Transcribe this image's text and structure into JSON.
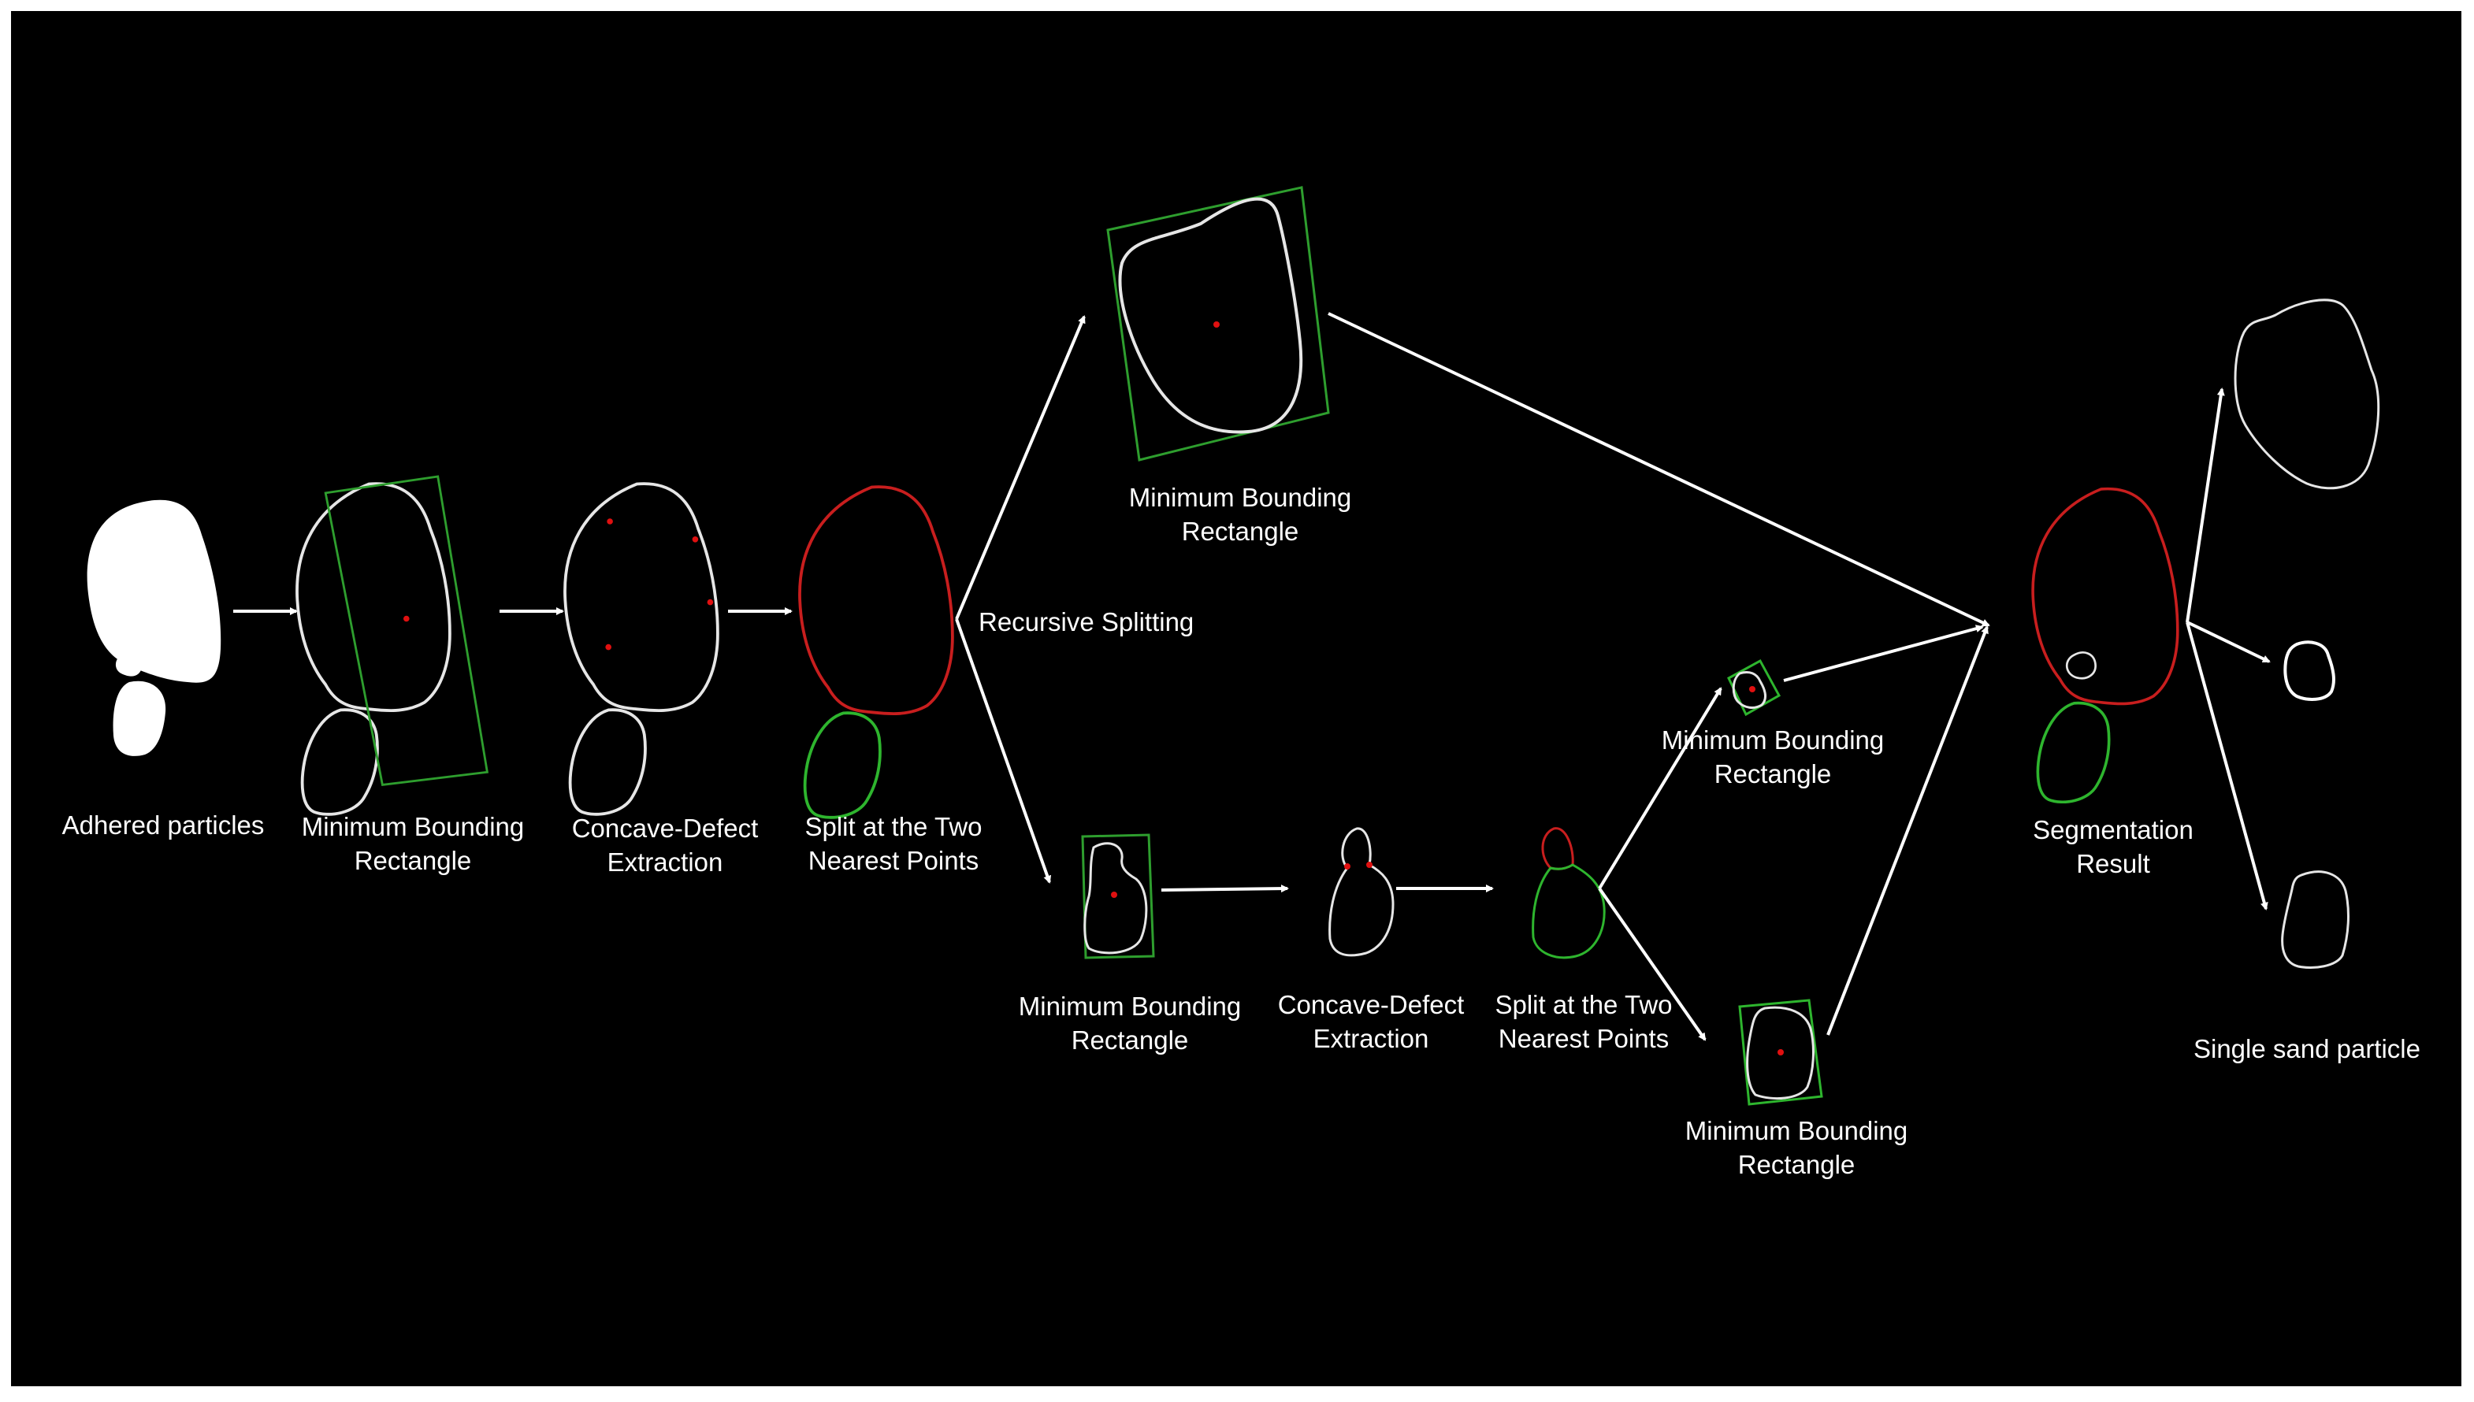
{
  "labels": {
    "adhered": "Adhered particles",
    "mbr1_a": "Minimum Bounding",
    "mbr1_b": "Rectangle",
    "concave1_a": "Concave-Defect",
    "concave1_b": "Extraction",
    "split1_a": "Split at the Two",
    "split1_b": "Nearest Points",
    "recursive": "Recursive Splitting",
    "mbr_top_a": "Minimum Bounding",
    "mbr_top_b": "Rectangle",
    "mbr_low_a": "Minimum Bounding",
    "mbr_low_b": "Rectangle",
    "concave2_a": "Concave-Defect",
    "concave2_b": "Extraction",
    "split2_a": "Split at the Two",
    "split2_b": "Nearest Points",
    "mbr_small_a": "Minimum Bounding",
    "mbr_small_b": "Rectangle",
    "mbr_br_a": "Minimum Bounding",
    "mbr_br_b": "Rectangle",
    "seg_a": "Segmentation",
    "seg_b": "Result",
    "single": "Single sand particle"
  },
  "colors": {
    "background": "#000000",
    "outline": "#e6e6e6",
    "bounding_rectangle": "#2e9e2e",
    "defect_point": "#e01010",
    "upper_part": "#c81e1e",
    "lower_part": "#2eb52e",
    "arrow": "#ffffff"
  }
}
